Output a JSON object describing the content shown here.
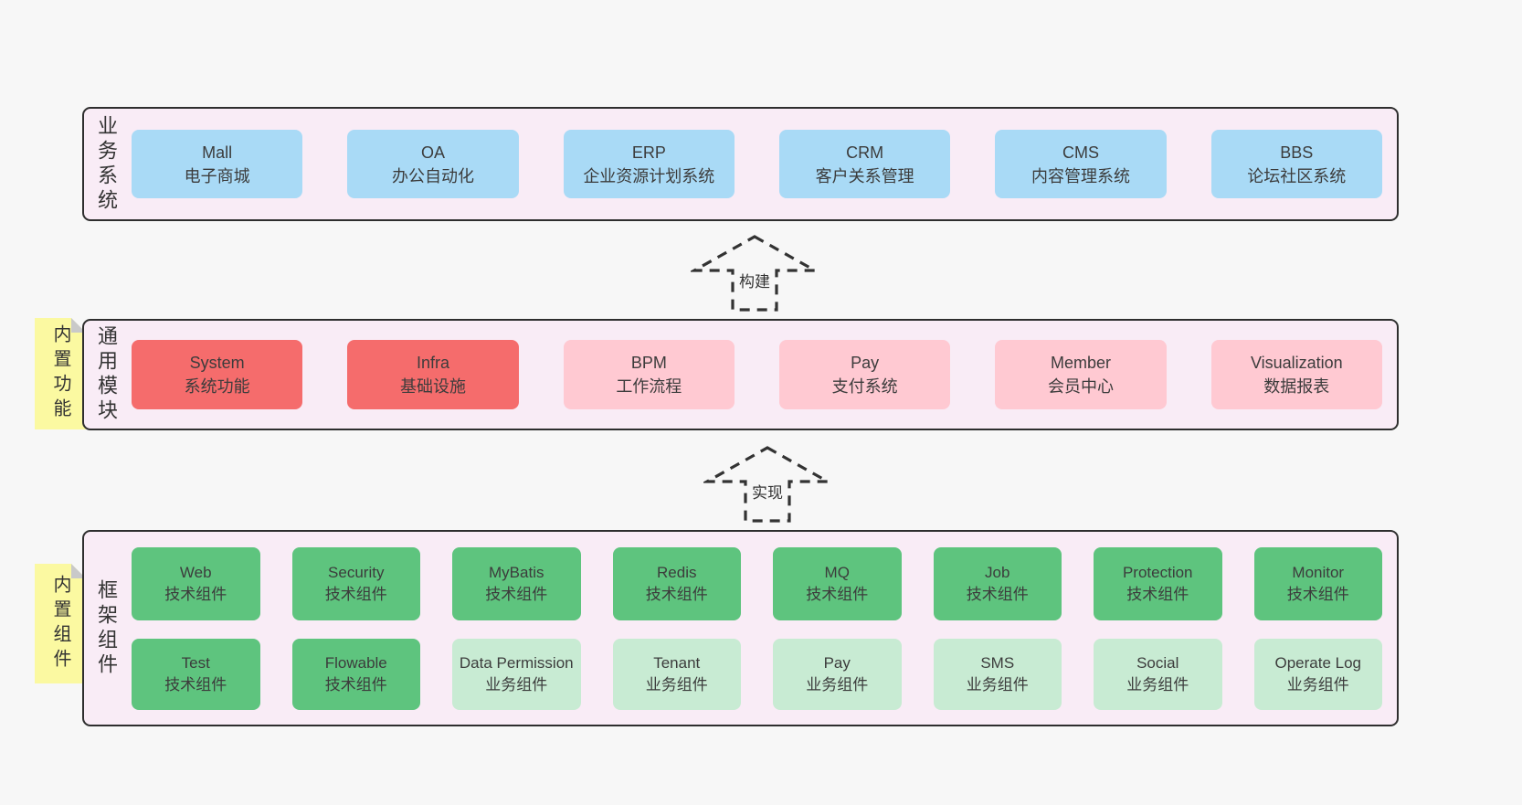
{
  "colors": {
    "page-bg": "#f7f7f7",
    "band-bg": "#f9ecf6",
    "band-border": "#2e2e2e",
    "blue": "#a9daf6",
    "red": "#f56c6c",
    "pink": "#ffc9d2",
    "green": "#5ec47e",
    "light-green": "#c8ebd3",
    "yellow": "#fbf9a1",
    "fold": "#c9c9c9",
    "text": "#3c3c3c"
  },
  "bands": {
    "business": {
      "label": "业务系统",
      "boxes": [
        {
          "name": "Mall",
          "desc": "电子商城"
        },
        {
          "name": "OA",
          "desc": "办公自动化"
        },
        {
          "name": "ERP",
          "desc": "企业资源计划系统"
        },
        {
          "name": "CRM",
          "desc": "客户关系管理"
        },
        {
          "name": "CMS",
          "desc": "内容管理系统"
        },
        {
          "name": "BBS",
          "desc": "论坛社区系统"
        }
      ]
    },
    "modules": {
      "label": "通用模块",
      "sticky": "内置功能",
      "boxes": [
        {
          "name": "System",
          "desc": "系统功能"
        },
        {
          "name": "Infra",
          "desc": "基础设施"
        },
        {
          "name": "BPM",
          "desc": "工作流程"
        },
        {
          "name": "Pay",
          "desc": "支付系统"
        },
        {
          "name": "Member",
          "desc": "会员中心"
        },
        {
          "name": "Visualization",
          "desc": "数据报表"
        }
      ]
    },
    "framework": {
      "label": "框架组件",
      "sticky": "内置组件",
      "row1": [
        {
          "name": "Web",
          "desc": "技术组件"
        },
        {
          "name": "Security",
          "desc": "技术组件"
        },
        {
          "name": "MyBatis",
          "desc": "技术组件"
        },
        {
          "name": "Redis",
          "desc": "技术组件"
        },
        {
          "name": "MQ",
          "desc": "技术组件"
        },
        {
          "name": "Job",
          "desc": "技术组件"
        },
        {
          "name": "Protection",
          "desc": "技术组件"
        },
        {
          "name": "Monitor",
          "desc": "技术组件"
        }
      ],
      "row2": [
        {
          "name": "Test",
          "desc": "技术组件"
        },
        {
          "name": "Flowable",
          "desc": "技术组件"
        },
        {
          "name": "Data Permission",
          "desc": "业务组件"
        },
        {
          "name": "Tenant",
          "desc": "业务组件"
        },
        {
          "name": "Pay",
          "desc": "业务组件"
        },
        {
          "name": "SMS",
          "desc": "业务组件"
        },
        {
          "name": "Social",
          "desc": "业务组件"
        },
        {
          "name": "Operate Log",
          "desc": "业务组件"
        }
      ]
    }
  },
  "arrows": [
    {
      "label": "构建"
    },
    {
      "label": "实现"
    }
  ]
}
